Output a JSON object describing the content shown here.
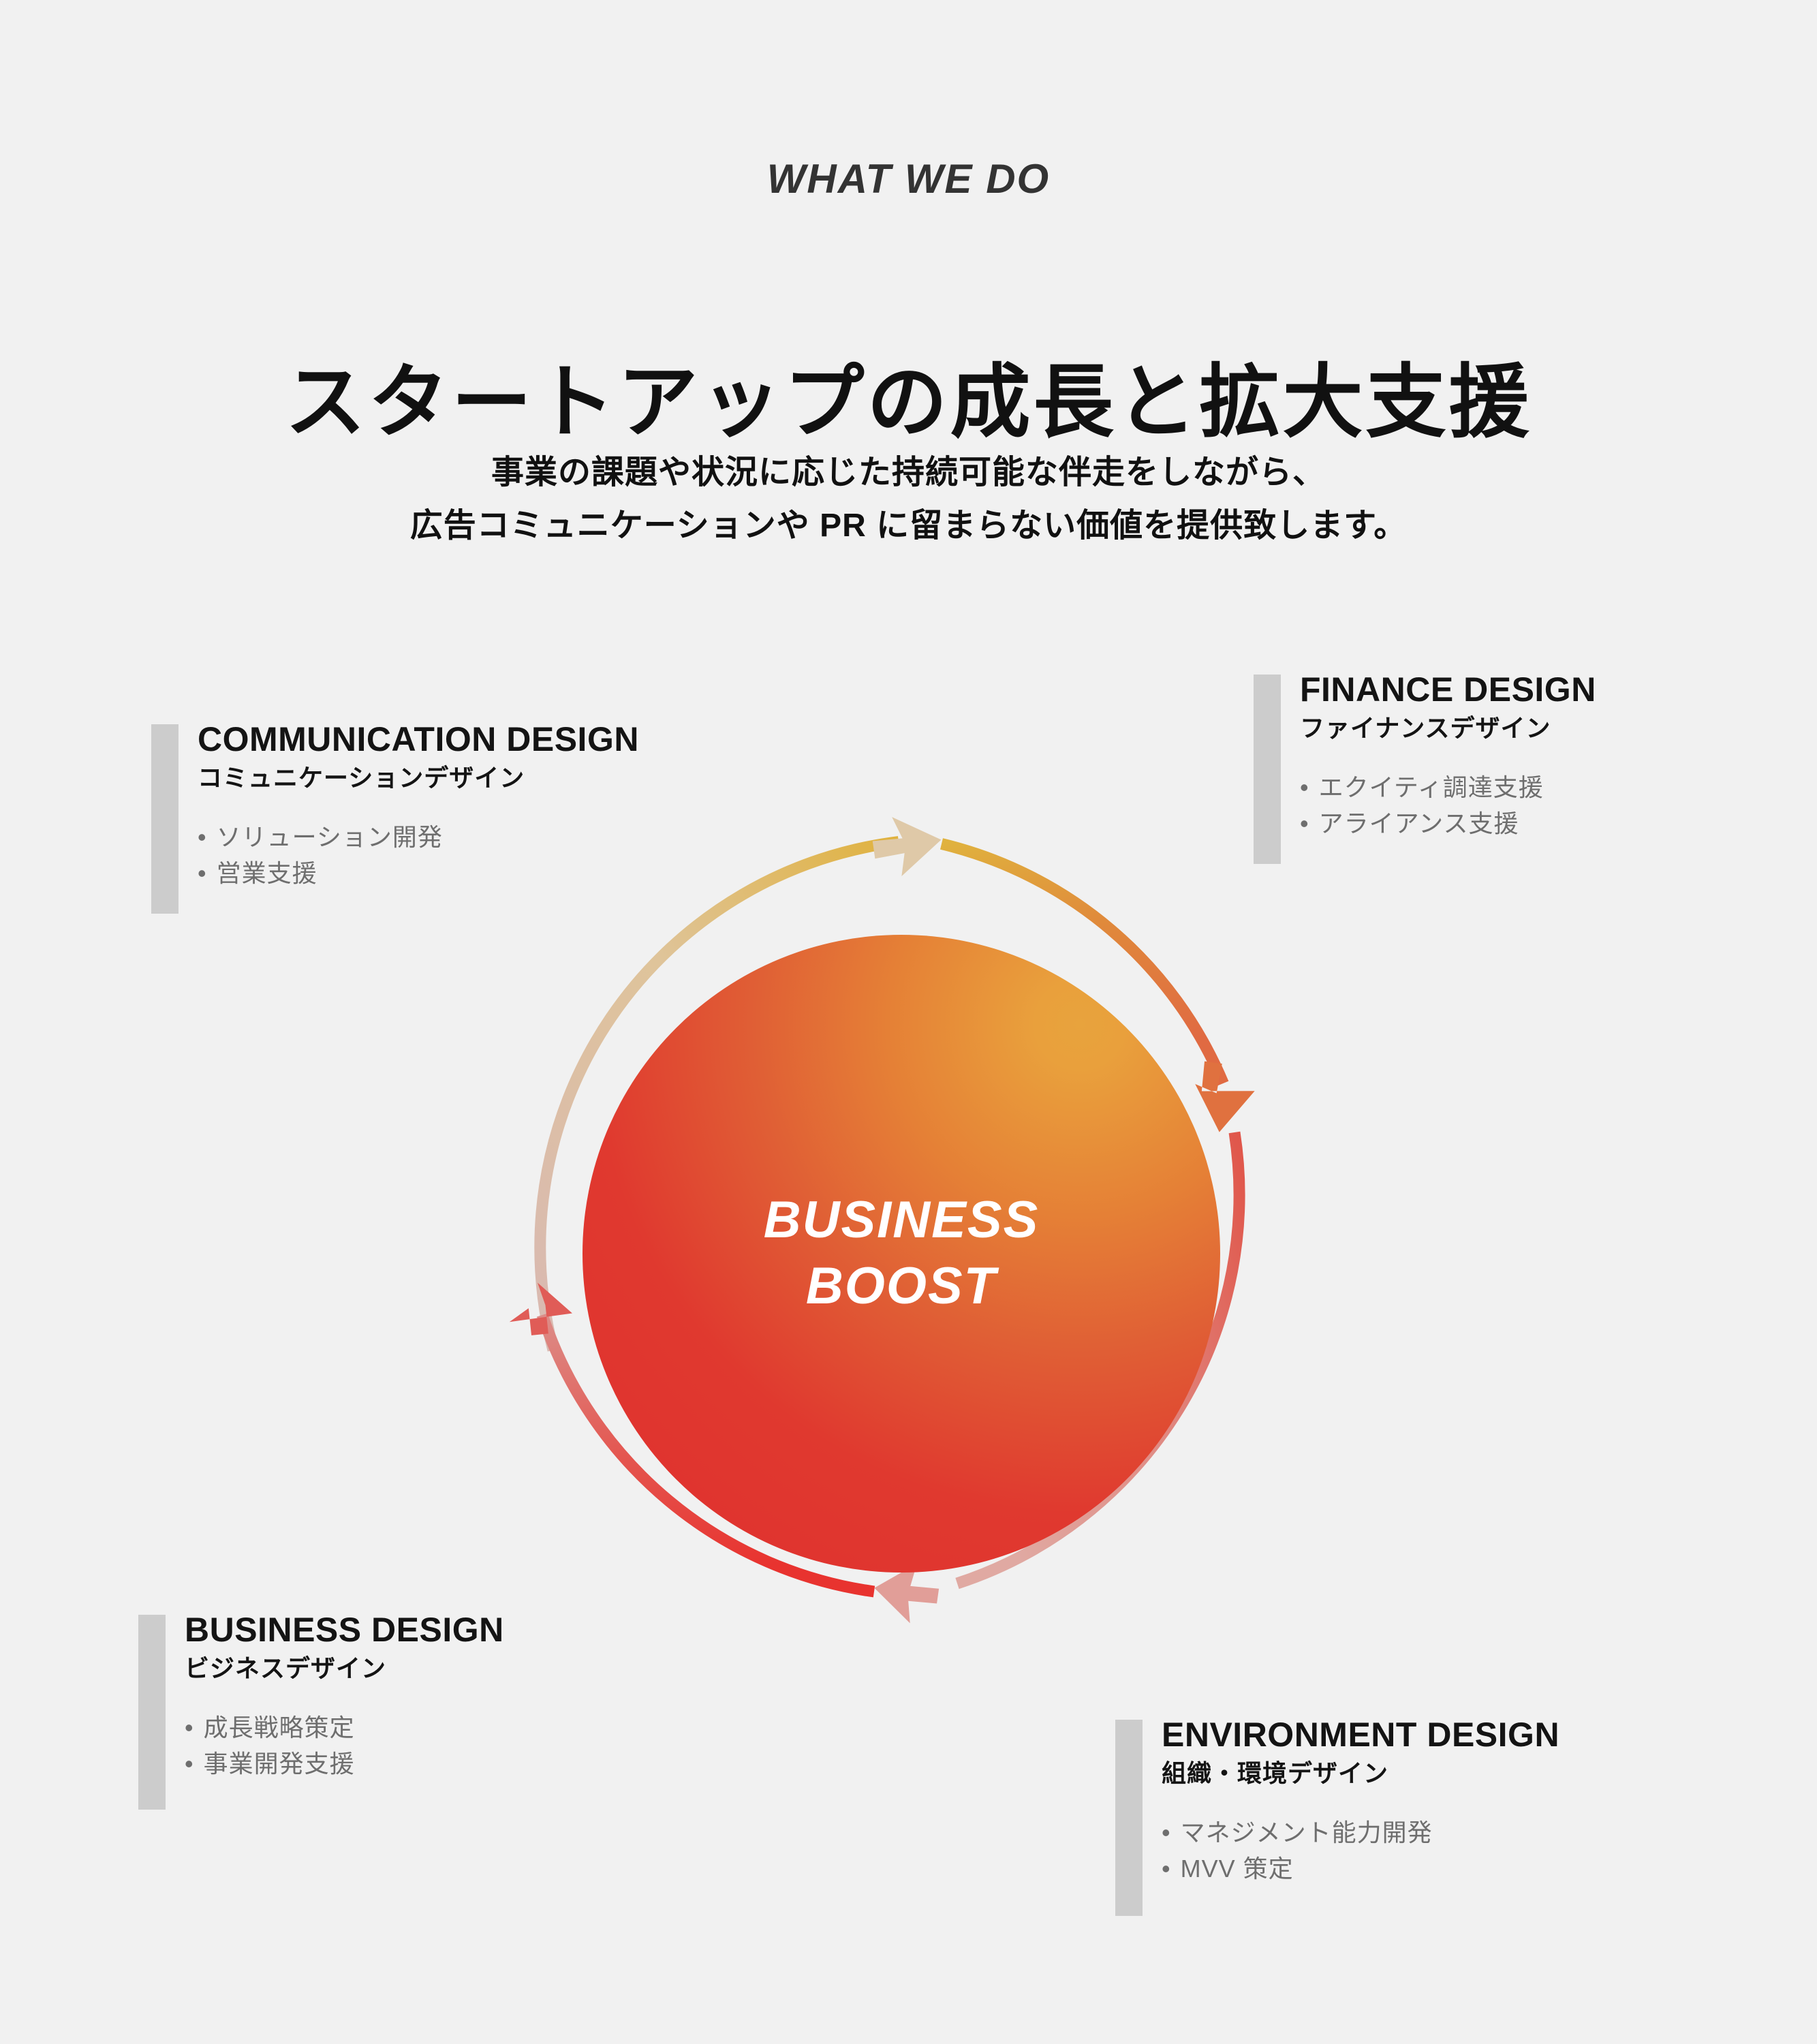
{
  "header": {
    "eyebrow": "WHAT WE DO",
    "headline": "スタートアップの成長と拡大支援",
    "lead_line1": "事業の課題や状況に応じた持続可能な伴走をしながら、",
    "lead_line2": "広告コミュニケーションや PR に留まらない価値を提供致します。"
  },
  "core": {
    "line1": "BUSINESS",
    "line2": "BOOST",
    "gradient_from": "#e8a33d",
    "gradient_to": "#e02f2f",
    "text_color": "#ffffff"
  },
  "ring": {
    "accent_yellow": "#e0b23e",
    "accent_orange": "#e0763c",
    "accent_red": "#e8433f",
    "accent_pale": "#ddbcb4",
    "direction": "clockwise",
    "segment_count": 4
  },
  "blocks": [
    {
      "key": "communication",
      "title_en": "COMMUNICATION DESIGN",
      "title_ja": "コミュニケーションデザイン",
      "bullets": [
        "ソリューション開発",
        "営業支援"
      ],
      "bar_color": "#cccccc"
    },
    {
      "key": "finance",
      "title_en": "FINANCE DESIGN",
      "title_ja": "ファイナンスデザイン",
      "bullets": [
        "エクイティ調達支援",
        "アライアンス支援"
      ],
      "bar_color": "#cccccc"
    },
    {
      "key": "business",
      "title_en": "BUSINESS DESIGN",
      "title_ja": "ビジネスデザイン",
      "bullets": [
        "成長戦略策定",
        "事業開発支援"
      ],
      "bar_color": "#cccccc"
    },
    {
      "key": "environment",
      "title_en": "ENVIRONMENT DESIGN",
      "title_ja": "組織・環境デザイン",
      "bullets": [
        "マネジメント能力開発",
        "MVV 策定"
      ],
      "bar_color": "#cccccc"
    }
  ],
  "page": {
    "background": "#f1f1f1",
    "heading_color": "#111111",
    "muted_color": "#6e6e6e"
  }
}
